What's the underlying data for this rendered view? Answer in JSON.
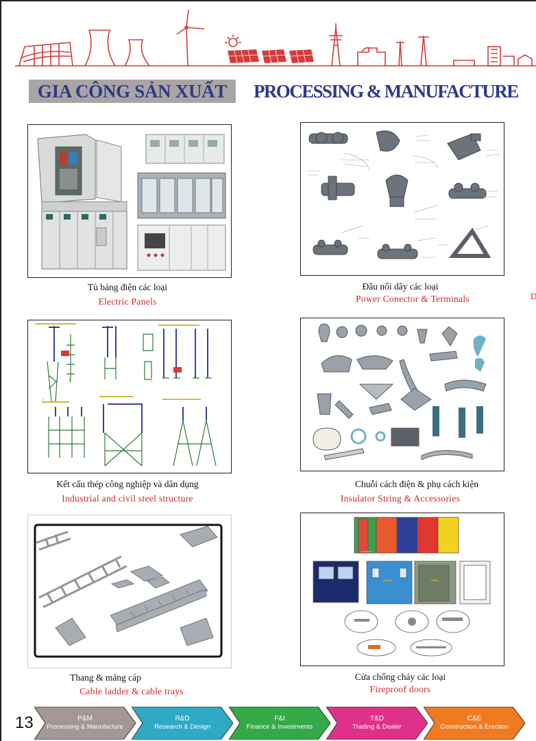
{
  "header": {
    "title_vn": "GIA CÔNG SẢN XUẤT",
    "title_en": "PROCESSING & MANUFACTURE"
  },
  "products": [
    {
      "name_vn": "Tủ bảng điện các loại",
      "name_en": "Electric Panels"
    },
    {
      "name_vn": "Đầu nối dây các loại",
      "name_en": "Power Conector  & Terminals"
    },
    {
      "name_vn": "Kết cấu thép công nghiệp và dân dụng",
      "name_en": "Industrial and civil steel structure"
    },
    {
      "name_vn": "Chuỗi cách điện & phụ cách kiện",
      "name_en": "Insulator String & Accessories"
    },
    {
      "name_vn": "Thang & máng cáp",
      "name_en": "Cable ladder & cable trays"
    },
    {
      "name_vn": "Cửa chống cháy các loại",
      "name_en": "Fireproof doors"
    }
  ],
  "edge_fragment": "D",
  "footer": {
    "page_number": "13",
    "nav": [
      {
        "abbr": "P&M",
        "label": "Processing & Manufacture",
        "color": "#a39894"
      },
      {
        "abbr": "R&D",
        "label": "Research & Design",
        "color": "#2fa9c4"
      },
      {
        "abbr": "F&I",
        "label": "Finance & Investments",
        "color": "#35a948"
      },
      {
        "abbr": "T&D",
        "label": "Trading & Dealer",
        "color": "#e0318a"
      },
      {
        "abbr": "C&E",
        "label": "Construction & Erection",
        "color": "#f07a22"
      }
    ]
  },
  "colors": {
    "title_blue": "#2e3a86",
    "accent_red": "#d2232a",
    "banner_red": "#d63a3a"
  }
}
